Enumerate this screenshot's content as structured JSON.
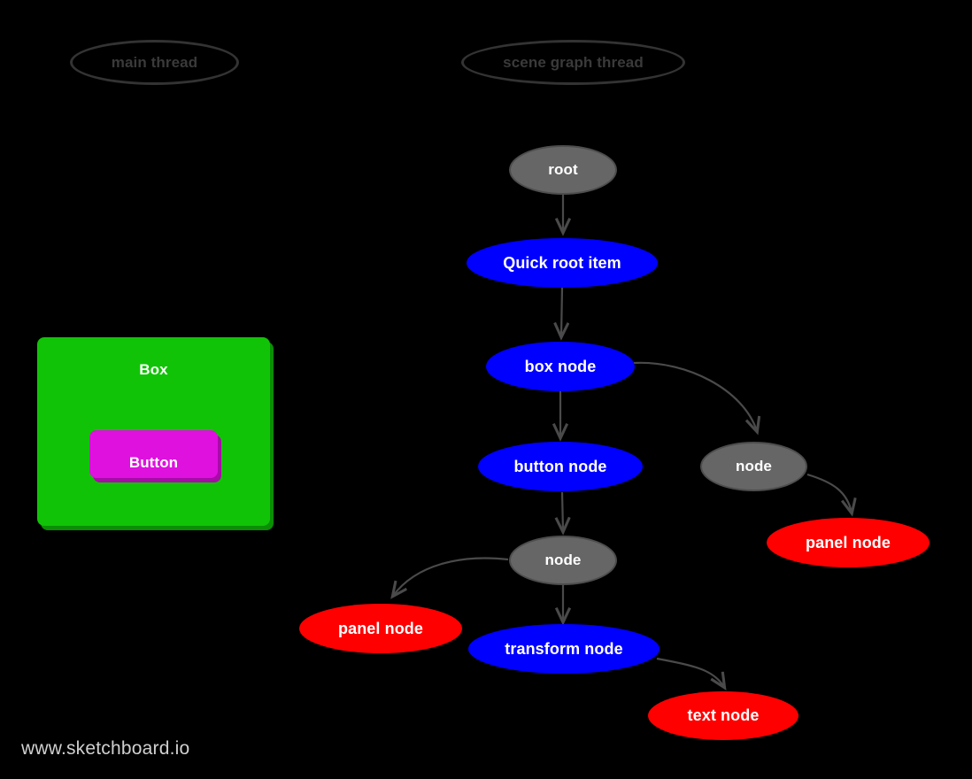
{
  "diagram": {
    "type": "scene-graph-node-tree",
    "background_color": "#000000",
    "watermark": "www.sketchboard.io",
    "palette": {
      "background": "#000000",
      "thread_outline": "#333333",
      "thread_text": "#3a3a3a",
      "gray_node": "#666666",
      "gray_node_outline": "#4d4d4d",
      "blue_node": "#0000ff",
      "red_node": "#ff0000",
      "box_green": "#11c307",
      "box_green_shadow": "#0a8f04",
      "button_magenta": "#df11df",
      "button_magenta_shadow": "#a60ca6",
      "edge_stroke": "#4a4a4a",
      "node_text": "#ffffff",
      "watermark_text": "#d0d0d0"
    },
    "lanes": [
      {
        "id": "lane-main",
        "label": "main thread"
      },
      {
        "id": "lane-scene",
        "label": "scene graph thread"
      }
    ],
    "shapes": [
      {
        "id": "box",
        "label": "Box",
        "kind": "rectangle",
        "color": "green"
      },
      {
        "id": "button",
        "label": "Button",
        "kind": "rectangle",
        "color": "magenta"
      }
    ],
    "nodes": [
      {
        "id": "root",
        "label": "root",
        "color": "gray"
      },
      {
        "id": "quick-root-item",
        "label": "Quick root item",
        "color": "blue"
      },
      {
        "id": "box-node",
        "label": "box node",
        "color": "blue"
      },
      {
        "id": "button-node",
        "label": "button node",
        "color": "blue"
      },
      {
        "id": "node-right",
        "label": "node",
        "color": "gray"
      },
      {
        "id": "node-center",
        "label": "node",
        "color": "gray"
      },
      {
        "id": "panel-node-right",
        "label": "panel node",
        "color": "red"
      },
      {
        "id": "panel-node-left",
        "label": "panel node",
        "color": "red"
      },
      {
        "id": "transform-node",
        "label": "transform node",
        "color": "blue"
      },
      {
        "id": "text-node",
        "label": "text node",
        "color": "red"
      }
    ],
    "edges": [
      {
        "from": "root",
        "to": "quick-root-item",
        "style": "straight"
      },
      {
        "from": "quick-root-item",
        "to": "box-node",
        "style": "straight"
      },
      {
        "from": "box-node",
        "to": "button-node",
        "style": "straight"
      },
      {
        "from": "box-node",
        "to": "node-right",
        "style": "curved"
      },
      {
        "from": "node-right",
        "to": "panel-node-right",
        "style": "curved"
      },
      {
        "from": "button-node",
        "to": "node-center",
        "style": "straight"
      },
      {
        "from": "node-center",
        "to": "panel-node-left",
        "style": "curved"
      },
      {
        "from": "node-center",
        "to": "transform-node",
        "style": "straight"
      },
      {
        "from": "transform-node",
        "to": "text-node",
        "style": "curved"
      }
    ]
  }
}
